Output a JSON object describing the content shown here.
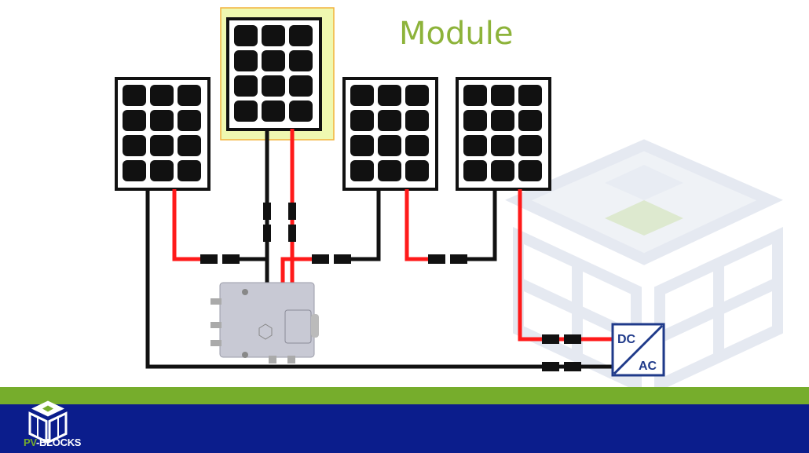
{
  "title": "Module",
  "inverter": {
    "dc_label": "DC",
    "ac_label": "AC"
  },
  "logo": {
    "text_pv": "PV",
    "text_rest": "-BLOCKS"
  },
  "colors": {
    "title": "#8db33a",
    "positive_wire": "#ff1a1a",
    "negative_wire": "#111111",
    "band_green": "#76ad2c",
    "band_blue": "#0b1d8c",
    "inverter": "#1f3a8a",
    "highlight": "#e8f26a"
  },
  "panels": [
    {
      "id": "panel-1",
      "highlighted": false
    },
    {
      "id": "panel-2",
      "highlighted": true
    },
    {
      "id": "panel-3",
      "highlighted": false
    },
    {
      "id": "panel-4",
      "highlighted": false
    }
  ]
}
